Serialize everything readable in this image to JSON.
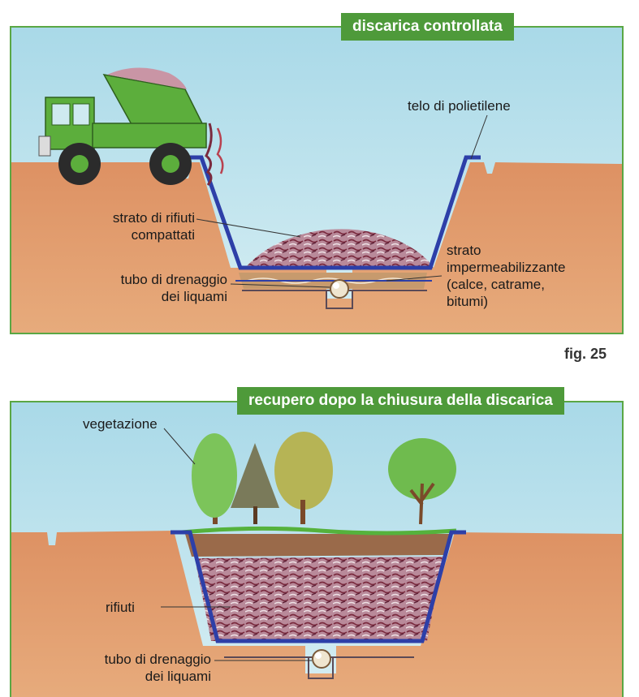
{
  "top_panel": {
    "title": "discarica controllata",
    "labels": {
      "polyethylene_sheet": "telo di polietilene",
      "waste_layer_1": "strato di rifiuti",
      "waste_layer_2": "compattati",
      "drain_pipe_1": "tubo di drenaggio",
      "drain_pipe_2": "dei liquami",
      "seal_layer_1": "strato",
      "seal_layer_2": "impermeabilizzante",
      "seal_layer_3": "(calce, catrame,",
      "seal_layer_4": "bitumi)"
    }
  },
  "figure_label": "fig. 25",
  "bottom_panel": {
    "title": "recupero dopo la chiusura della discarica",
    "labels": {
      "vegetation": "vegetazione",
      "waste": "rifiuti",
      "drain_pipe_1": "tubo di drenaggio",
      "drain_pipe_2": "dei liquami"
    }
  },
  "colors": {
    "sky": "#bfe3ee",
    "soil": "#d98a5a",
    "liner": "#2d3fa8",
    "title_bg": "#4e9a3a",
    "truck": "#5cae3c",
    "waste": "#8a4a64"
  }
}
